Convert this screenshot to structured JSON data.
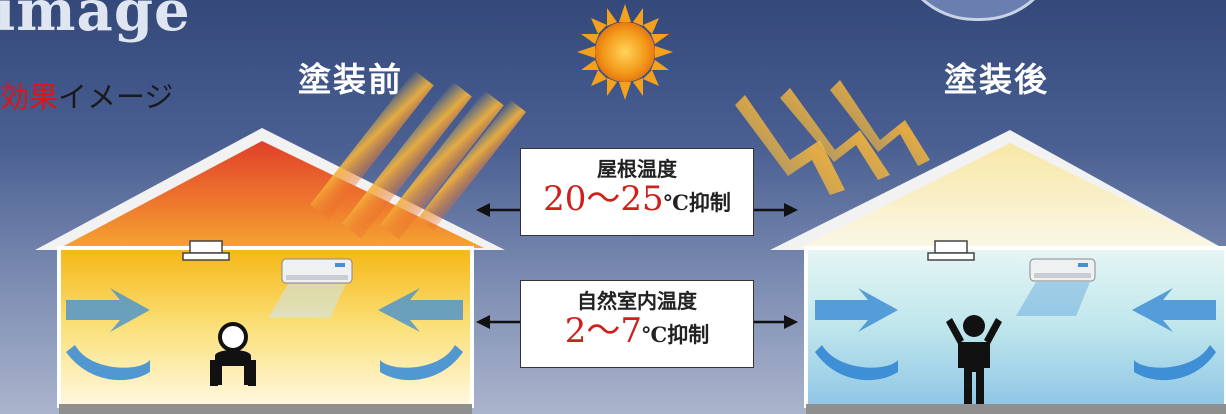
{
  "header": {
    "title_fragment": "image",
    "subtitle_highlight": "効果",
    "subtitle_rest": "イメージ"
  },
  "labels": {
    "before": "塗装前",
    "after": "塗装後"
  },
  "roof_box": {
    "title": "屋根温度",
    "value": "20～25",
    "unit": "℃抑制"
  },
  "room_box": {
    "title": "自然室内温度",
    "value": "2～7",
    "unit": "℃抑制"
  },
  "colors": {
    "background_top": "#34497a",
    "highlight_red": "#e01414",
    "value_red": "#d0201a",
    "hot_roof": "#e8542a",
    "cool_roof": "#f6f0cf",
    "hot_room": "#f7c21a",
    "cool_room": "#bfe6ec",
    "airflow_blue": "#3f8fd6",
    "sun": "#f6a21c"
  },
  "icons": [
    "sun-icon",
    "air-conditioner-icon",
    "ceiling-light-icon",
    "person-hot-icon",
    "person-cool-icon",
    "airflow-arrow-icon",
    "double-arrow-icon"
  ]
}
